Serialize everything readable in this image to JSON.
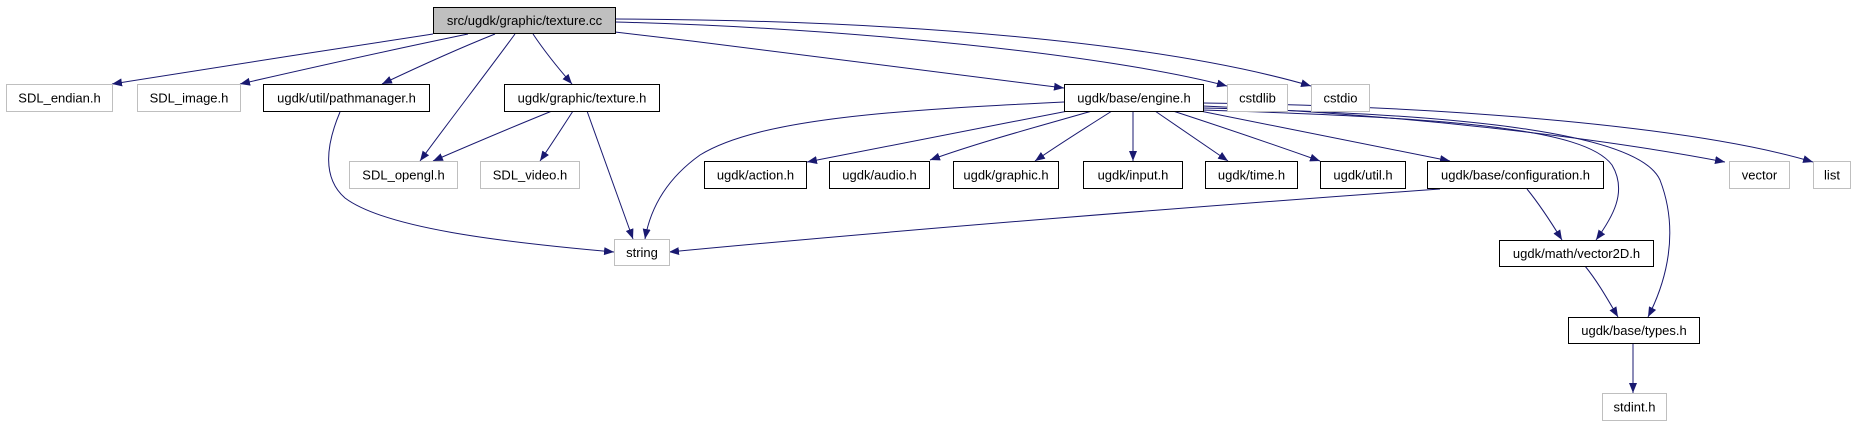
{
  "graph": {
    "title": "src/ugdk/graphic/texture.cc",
    "colors": {
      "edge": "#191970",
      "main_fill": "#bfbfbf",
      "documented_border": "#000000",
      "external_border": "#bfbfbf"
    },
    "nodes": {
      "texture_cc": {
        "label": "src/ugdk/graphic/texture.cc",
        "kind": "main"
      },
      "sdl_endian": {
        "label": "SDL_endian.h",
        "kind": "external"
      },
      "sdl_image": {
        "label": "SDL_image.h",
        "kind": "external"
      },
      "pathmanager": {
        "label": "ugdk/util/pathmanager.h",
        "kind": "documented"
      },
      "texture_h": {
        "label": "ugdk/graphic/texture.h",
        "kind": "documented"
      },
      "engine": {
        "label": "ugdk/base/engine.h",
        "kind": "documented"
      },
      "cstdlib": {
        "label": "cstdlib",
        "kind": "external"
      },
      "cstdio": {
        "label": "cstdio",
        "kind": "external"
      },
      "sdl_opengl": {
        "label": "SDL_opengl.h",
        "kind": "external"
      },
      "sdl_video": {
        "label": "SDL_video.h",
        "kind": "external"
      },
      "action": {
        "label": "ugdk/action.h",
        "kind": "documented"
      },
      "audio": {
        "label": "ugdk/audio.h",
        "kind": "documented"
      },
      "graphic": {
        "label": "ugdk/graphic.h",
        "kind": "documented"
      },
      "input": {
        "label": "ugdk/input.h",
        "kind": "documented"
      },
      "time": {
        "label": "ugdk/time.h",
        "kind": "documented"
      },
      "util": {
        "label": "ugdk/util.h",
        "kind": "documented"
      },
      "configuration": {
        "label": "ugdk/base/configuration.h",
        "kind": "documented"
      },
      "vector": {
        "label": "vector",
        "kind": "external"
      },
      "list": {
        "label": "list",
        "kind": "external"
      },
      "string": {
        "label": "string",
        "kind": "external"
      },
      "vector2d": {
        "label": "ugdk/math/vector2D.h",
        "kind": "documented"
      },
      "types": {
        "label": "ugdk/base/types.h",
        "kind": "documented"
      },
      "stdint": {
        "label": "stdint.h",
        "kind": "external"
      }
    },
    "edges": [
      {
        "from": "texture_cc",
        "to": "sdl_endian"
      },
      {
        "from": "texture_cc",
        "to": "sdl_image"
      },
      {
        "from": "texture_cc",
        "to": "pathmanager"
      },
      {
        "from": "texture_cc",
        "to": "sdl_opengl"
      },
      {
        "from": "texture_cc",
        "to": "texture_h"
      },
      {
        "from": "texture_cc",
        "to": "engine"
      },
      {
        "from": "texture_cc",
        "to": "cstdlib"
      },
      {
        "from": "texture_cc",
        "to": "cstdio"
      },
      {
        "from": "pathmanager",
        "to": "string"
      },
      {
        "from": "texture_h",
        "to": "sdl_opengl"
      },
      {
        "from": "texture_h",
        "to": "sdl_video"
      },
      {
        "from": "texture_h",
        "to": "string"
      },
      {
        "from": "engine",
        "to": "string"
      },
      {
        "from": "engine",
        "to": "action"
      },
      {
        "from": "engine",
        "to": "audio"
      },
      {
        "from": "engine",
        "to": "graphic"
      },
      {
        "from": "engine",
        "to": "input"
      },
      {
        "from": "engine",
        "to": "time"
      },
      {
        "from": "engine",
        "to": "util"
      },
      {
        "from": "engine",
        "to": "configuration"
      },
      {
        "from": "engine",
        "to": "vector2d"
      },
      {
        "from": "engine",
        "to": "types"
      },
      {
        "from": "engine",
        "to": "vector"
      },
      {
        "from": "engine",
        "to": "list"
      },
      {
        "from": "configuration",
        "to": "string"
      },
      {
        "from": "configuration",
        "to": "vector2d"
      },
      {
        "from": "vector2d",
        "to": "types"
      },
      {
        "from": "types",
        "to": "stdint"
      }
    ]
  }
}
